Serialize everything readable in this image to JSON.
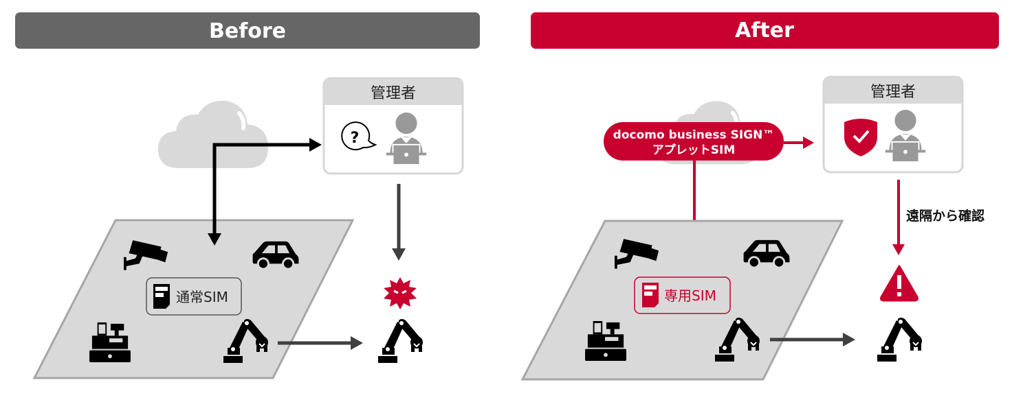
{
  "colors": {
    "before": "#666666",
    "accent": "#c8002f",
    "panel": "#d9d9d9",
    "dark": "#404040"
  },
  "before": {
    "title": "Before",
    "admin_label": "管理者",
    "admin_icon": "question-bubble-icon",
    "sim_label": "通常SIM",
    "threat_icon": "virus-icon",
    "devices": [
      "security-camera-icon",
      "car-icon",
      "cash-register-icon",
      "robot-arm-icon"
    ]
  },
  "after": {
    "title": "After",
    "admin_label": "管理者",
    "admin_icon": "shield-check-icon",
    "service_line1": "docomo business SIGN™",
    "service_line2": "アプレットSIM",
    "sim_label": "専用SIM",
    "remote_label": "遠隔から確認",
    "alert_icon": "warning-icon",
    "devices": [
      "security-camera-icon",
      "car-icon",
      "cash-register-icon",
      "robot-arm-icon"
    ]
  }
}
